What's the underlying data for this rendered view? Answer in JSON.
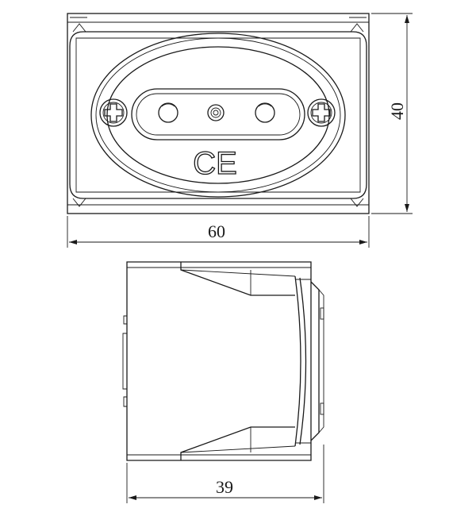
{
  "front_view": {
    "width_label": "60",
    "height_label": "40",
    "mark": "CE"
  },
  "side_view": {
    "depth_label": "39"
  }
}
